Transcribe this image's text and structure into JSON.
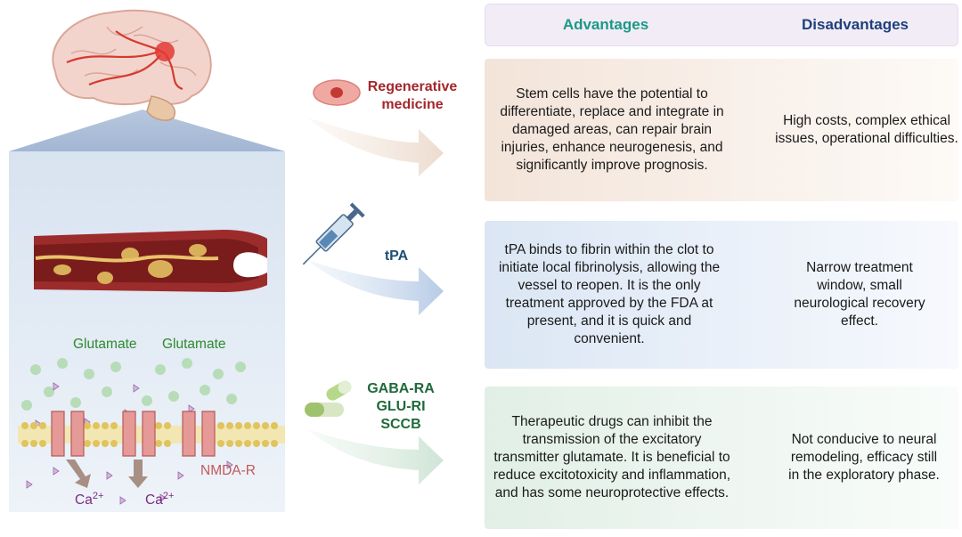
{
  "header": {
    "advantages": "Advantages",
    "disadvantages": "Disadvantages"
  },
  "colors": {
    "advantages_header": "#1a9985",
    "disadvantages_header": "#1f3f7a",
    "regenerative_label": "#a3272b",
    "tpa_label": "#1f4f72",
    "drugs_label": "#1f6a3a",
    "glutamate": "#2e8a2e",
    "nmda": "#c05a5a",
    "calcium": "#7a2b82"
  },
  "therapies": [
    {
      "label": "Regenerative medicine",
      "advantage": "Stem cells have the potential to differentiate, replace and integrate in damaged areas, can repair brain injuries, enhance neurogenesis, and significantly improve prognosis.",
      "disadvantage": "High costs, complex ethical issues, operational difficulties."
    },
    {
      "label": "tPA",
      "advantage": "tPA binds to fibrin within the clot to initiate local fibrinolysis, allowing the vessel to reopen. It is the only treatment approved by the FDA at present, and it is quick and convenient.",
      "disadvantage": "Narrow treatment window, small neurological recovery effect."
    },
    {
      "label": "GABA-RA GLU-RI SCCB",
      "advantage": "Therapeutic drugs can inhibit the transmission of the excitatory transmitter glutamate. It is beneficial to reduce excitotoxicity and inflammation, and has some neuroprotective effects.",
      "disadvantage": "Not conducive to neural remodeling, efficacy still in the exploratory phase."
    }
  ],
  "illustration": {
    "glutamate_1": "Glutamate",
    "glutamate_2": "Glutamate",
    "nmda": "NMDA-R",
    "ca_1": "Ca",
    "ca_2": "Ca",
    "ca_sup": "2+"
  }
}
